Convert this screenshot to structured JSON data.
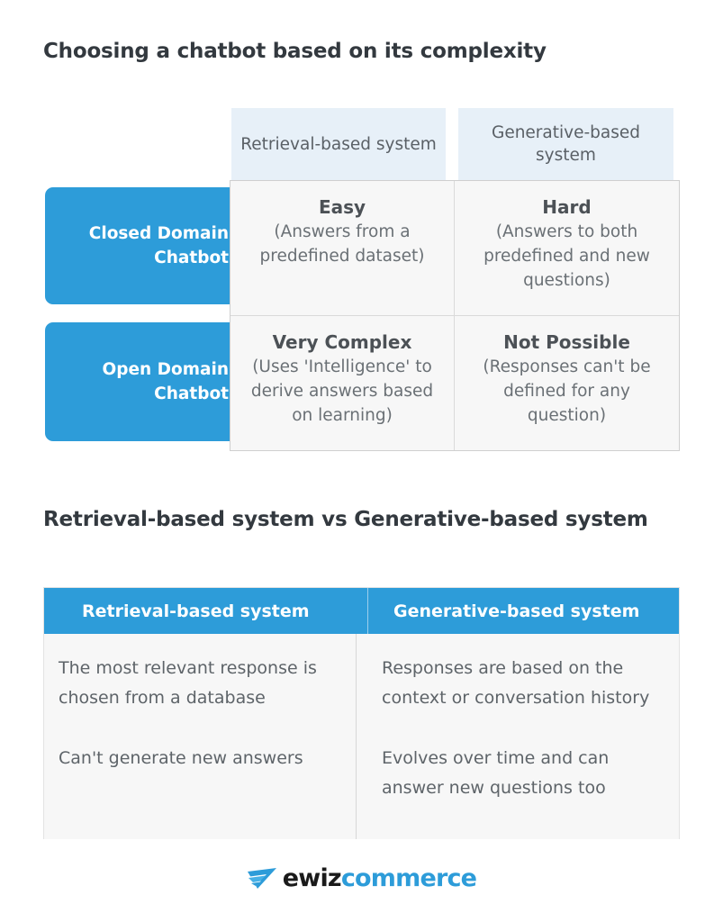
{
  "sections": {
    "complexity": {
      "title": "Choosing a chatbot based on its complexity",
      "column_headers": [
        "Retrieval-based system",
        "Generative-based system"
      ],
      "row_labels": [
        "Closed Domain Chatbot",
        "Open Domain Chatbot"
      ],
      "cells": [
        {
          "verdict": "Easy",
          "detail": "(Answers from a predefined dataset)"
        },
        {
          "verdict": "Hard",
          "detail": "(Answers to both predefined and new questions)"
        },
        {
          "verdict": "Very Complex",
          "detail": "(Uses 'Intelligence' to derive answers based on learning)"
        },
        {
          "verdict": "Not Possible",
          "detail": "(Responses can't be defined for any question)"
        }
      ]
    },
    "comparison": {
      "title": "Retrieval-based system vs Generative-based system",
      "column_headers": [
        "Retrieval-based system",
        "Generative-based system"
      ],
      "columns": [
        {
          "points": [
            "The most relevant response is chosen from a database",
            "Can't generate new answers"
          ]
        },
        {
          "points": [
            "Responses are based on the context or conversation history",
            "Evolves over time and can answer new questions too"
          ]
        }
      ]
    }
  },
  "logo": {
    "mark": "arrow-swoosh-icon",
    "name_primary": "ewiz",
    "name_secondary": "commerce"
  },
  "colors": {
    "brand_blue": "#2d9cd9",
    "header_tint": "#e7f0f8",
    "cell_bg": "#f7f7f7",
    "heading_text": "#33393f",
    "body_text": "#5e6469"
  }
}
